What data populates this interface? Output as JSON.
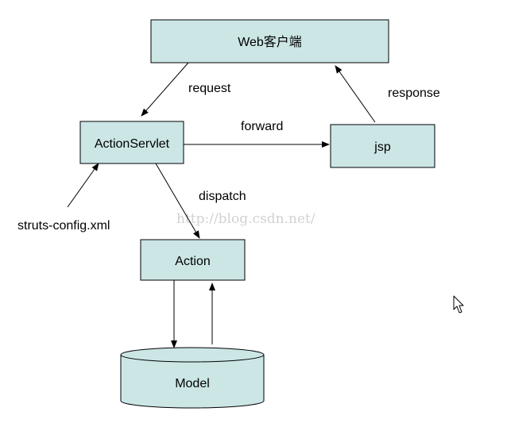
{
  "colors": {
    "box_fill": "#CCE6E6",
    "stroke": "#000000",
    "watermark": "#D2D2D2"
  },
  "nodes": {
    "web_client": "Web客户端",
    "action_servlet": "ActionServlet",
    "jsp": "jsp",
    "action": "Action",
    "model": "Model"
  },
  "edges": {
    "request": "request",
    "response": "response",
    "forward": "forward",
    "dispatch": "dispatch",
    "config": "struts-config.xml"
  },
  "watermark": "http://blog.csdn.net/",
  "cursor_icon": "mouse-pointer-icon"
}
